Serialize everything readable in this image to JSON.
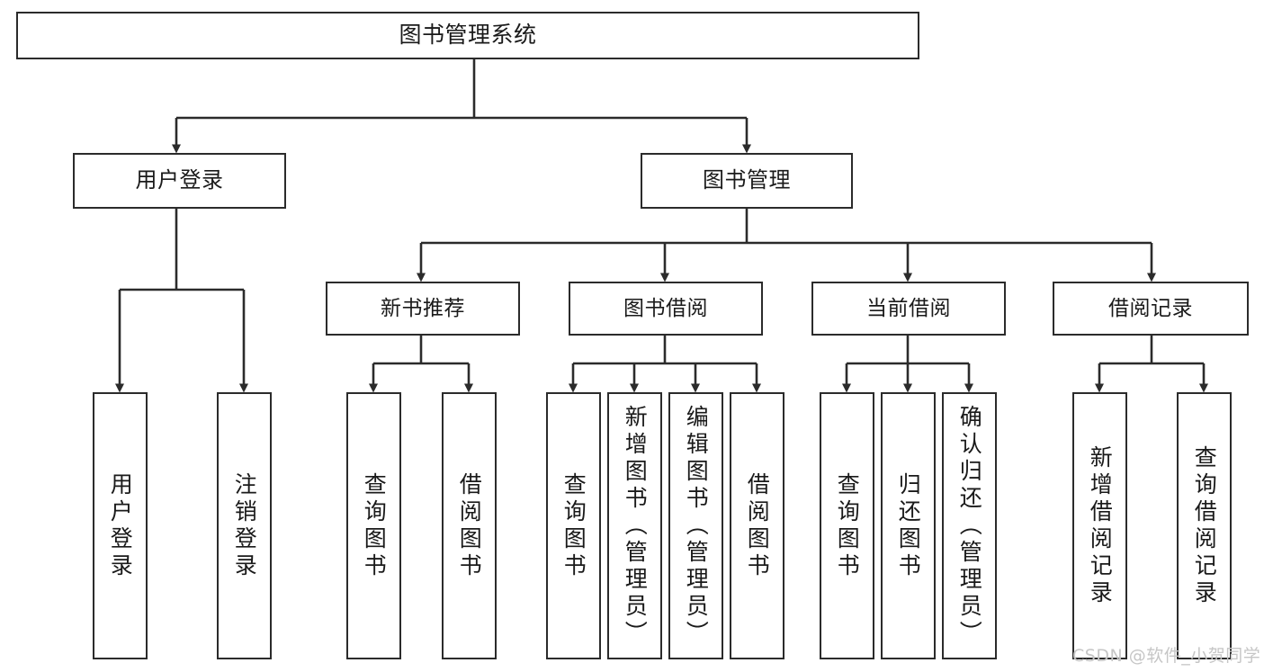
{
  "diagram": {
    "title": "图书管理系统",
    "type": "tree-hierarchy-chart",
    "orientation": "top-down",
    "colors": {
      "stroke": "#2b2b2b",
      "fill": "#ffffff",
      "text": "#1a1a1a",
      "watermark": "#c6c6c6"
    },
    "root": {
      "label": "图书管理系统"
    },
    "level1": [
      {
        "label": "用户登录"
      },
      {
        "label": "图书管理"
      }
    ],
    "level2": [
      {
        "label": "新书推荐"
      },
      {
        "label": "图书借阅"
      },
      {
        "label": "当前借阅"
      },
      {
        "label": "借阅记录"
      }
    ],
    "leaves": {
      "user_login": [
        {
          "label": "用户登录"
        },
        {
          "label": "注销登录"
        }
      ],
      "new_book_recommend": [
        {
          "label": "查询图书"
        },
        {
          "label": "借阅图书"
        }
      ],
      "book_borrow": [
        {
          "label": "查询图书"
        },
        {
          "label": "新增图书（管理员）"
        },
        {
          "label": "编辑图书（管理员）"
        },
        {
          "label": "借阅图书"
        }
      ],
      "current_borrow": [
        {
          "label": "查询图书"
        },
        {
          "label": "归还图书"
        },
        {
          "label": "确认归还（管理员）"
        }
      ],
      "borrow_record": [
        {
          "label": "新增借阅记录"
        },
        {
          "label": "查询借阅记录"
        }
      ]
    }
  },
  "watermark": {
    "text": "CSDN @软件_小贺同学"
  }
}
